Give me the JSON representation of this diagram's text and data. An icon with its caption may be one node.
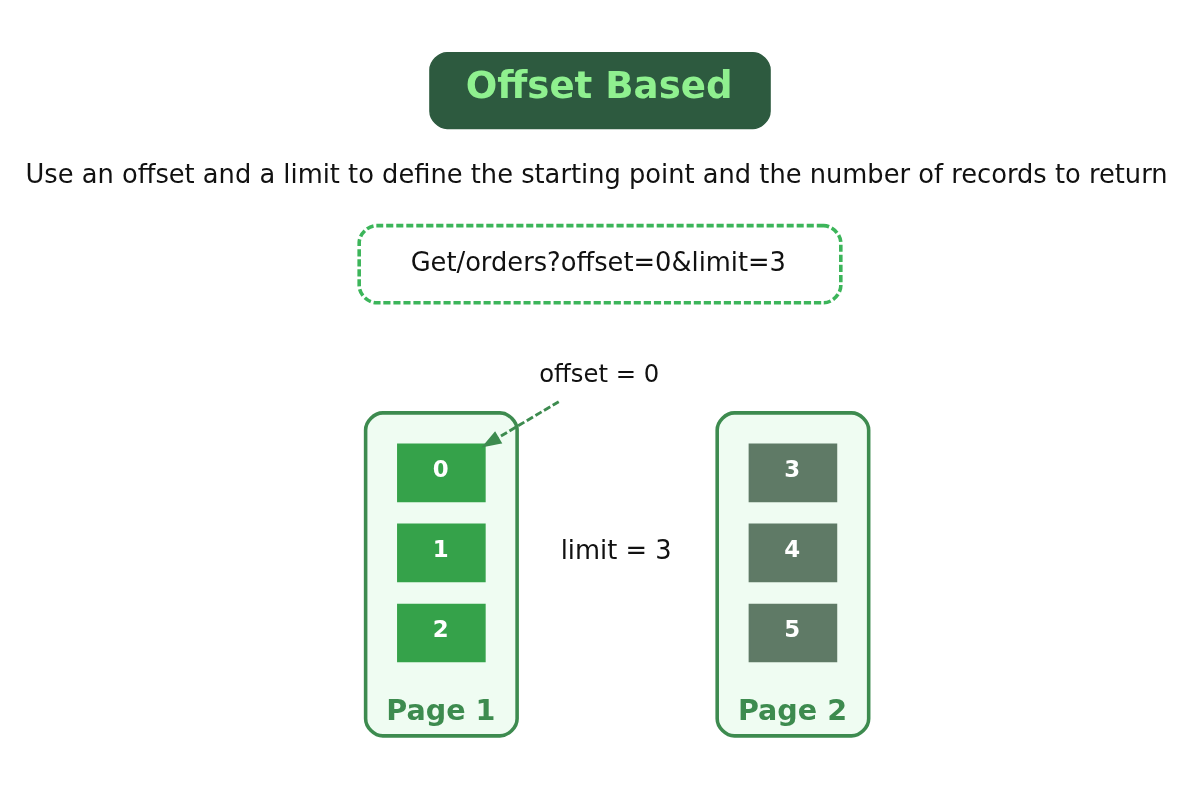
{
  "diagram": {
    "nodes": [
      {
        "text": [
          "Offset Based"
        ]
      },
      {
        "text": [
          "Get/orders?offset=0&limit=3"
        ]
      },
      {
        "text": [
          "Page 1"
        ]
      },
      {
        "text": [
          "0"
        ],
        "in": 2
      },
      {
        "text": [
          "1"
        ],
        "in": 2
      },
      {
        "text": [
          "2"
        ],
        "in": 2
      },
      {
        "text": [
          "offset = 0"
        ]
      },
      {
        "text": [
          "Page 2"
        ]
      },
      {
        "text": [
          "3"
        ],
        "in": 7
      },
      {
        "text": [
          "4"
        ],
        "in": 7
      },
      {
        "text": [
          "5"
        ],
        "in": 7
      }
    ],
    "edges": [
      {
        "from": 6,
        "to": 3,
        "arrow": "to",
        "style": "dashed"
      }
    ],
    "labels": [
      "Use an offset and a limit to define the starting point and the number of records to return",
      "limit = 3"
    ]
  }
}
